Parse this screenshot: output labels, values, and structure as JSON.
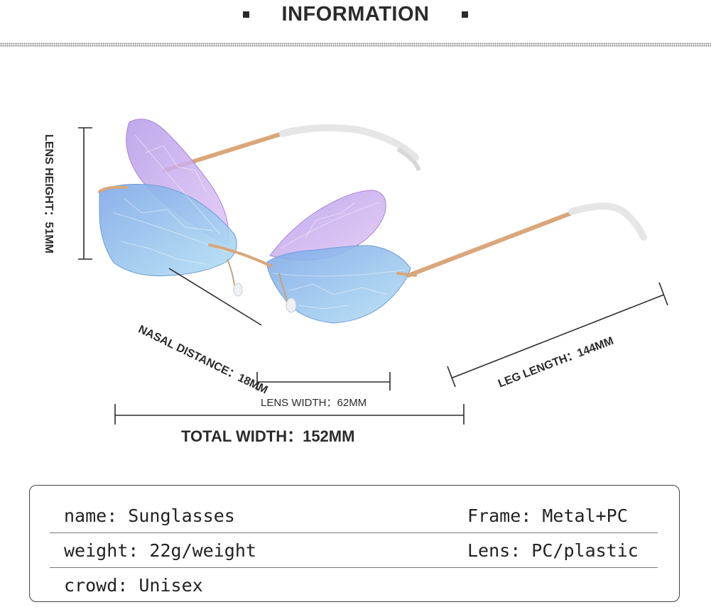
{
  "header": {
    "title": "INFORMATION"
  },
  "dimensions": {
    "lens_height": "LENS HEIGHT：51MM",
    "nasal_distance": "NASAL DISTANCE：18MM",
    "lens_width": "LENS WIDTH：62MM",
    "total_width": "TOTAL WIDTH：152MM",
    "leg_length": "LEG LENGTH：144MM"
  },
  "specs": {
    "rows": [
      {
        "left": "name: Sunglasses",
        "right": "Frame: Metal+PC"
      },
      {
        "left": "weight: 22g/weight",
        "right": "Lens: PC/plastic"
      },
      {
        "left": "crowd: Unisex",
        "right": ""
      }
    ]
  },
  "colors": {
    "purple_wing": "#c9a8ee",
    "blue_wing": "#9cc8ee",
    "frame_gold": "#d9a77a"
  }
}
